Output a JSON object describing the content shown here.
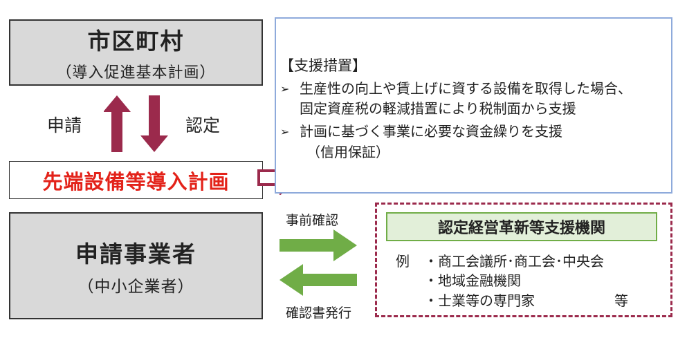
{
  "municipality": {
    "title": "市区町村",
    "subtitle": "（導入促進基本計画）"
  },
  "flow": {
    "apply": "申請",
    "certify": "認定"
  },
  "plan": {
    "title": "先端設備等導入計画"
  },
  "support": {
    "title": "【支援措置】",
    "bullet_marker": "➢",
    "items": [
      {
        "line1": "生産性の向上や賃上げに資する設備を取得した場合、",
        "line2": "固定資産税の軽減措置により税制面から支援"
      },
      {
        "line1": "計画に基づく事業に必要な資金繰りを支援",
        "line2": "（信用保証）"
      }
    ]
  },
  "applicant": {
    "title": "申請事業者",
    "subtitle": "（中小企業者）"
  },
  "exchange": {
    "prior_confirmation": "事前確認",
    "certificate_issued": "確認書発行"
  },
  "organizations": {
    "title": "認定経営革新等支援機関",
    "example_label": "例",
    "items": [
      "・商工会議所･商工会･中央会",
      "・地域金融機関",
      "・士業等の専門家"
    ],
    "etc": "等"
  },
  "colors": {
    "gray_box": "#d9d9d9",
    "plan_red": "#e32219",
    "arrow_crimson": "#9b2a4c",
    "arrow_green": "#70ad47",
    "support_border": "#8eaadb",
    "orgs_title_bg": "#e2efd9"
  }
}
